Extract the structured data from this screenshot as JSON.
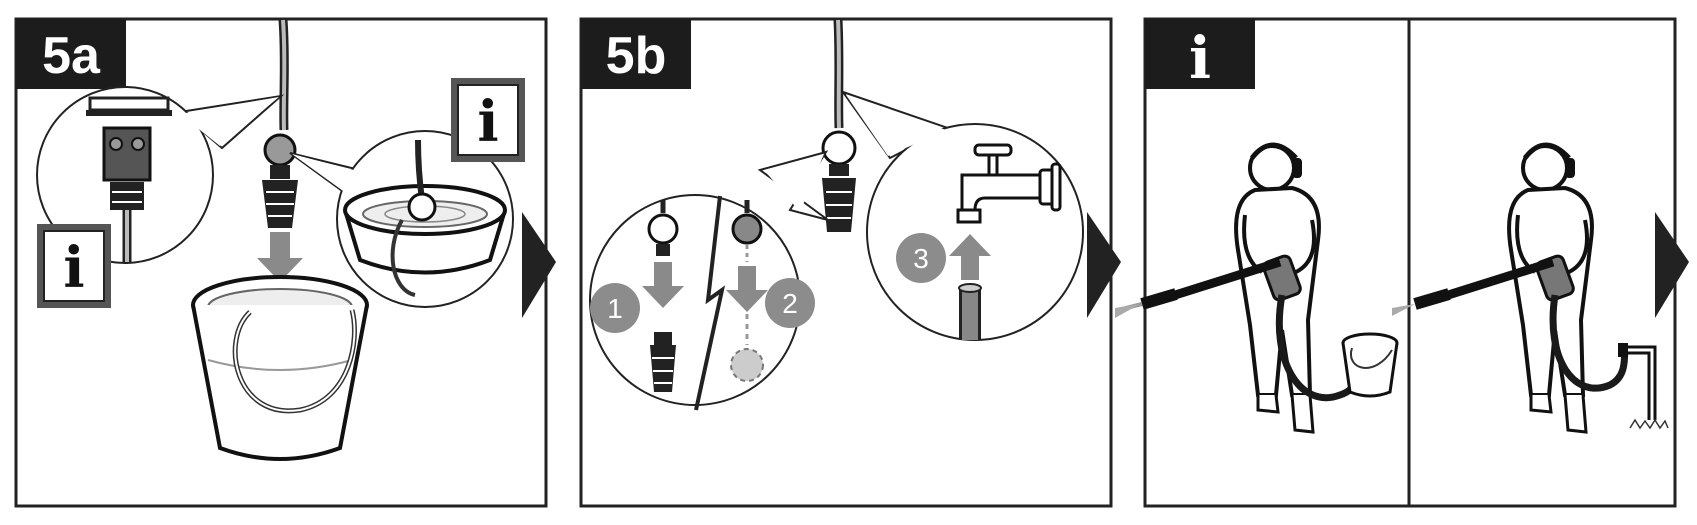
{
  "panels": [
    {
      "tag": "5a"
    },
    {
      "tag": "5b"
    },
    {
      "tag": "i"
    }
  ],
  "info_badges": {
    "glyph": "i"
  },
  "steps": [
    {
      "number": "1",
      "action": "detach-filter"
    },
    {
      "number": "2",
      "action": "remove-part"
    },
    {
      "number": "3",
      "action": "connect-tap"
    }
  ],
  "icons": [
    "hose-icon",
    "filter-nozzle-icon",
    "bucket-icon",
    "tap-icon",
    "operator-with-spray-gun-icon",
    "next-arrow-icon",
    "info-icon"
  ],
  "colors": {
    "frame": "#222222",
    "tag_bg": "#1c1c1c",
    "step_badge": "#8c8c8c",
    "arrow_fill": "#8a8a8a",
    "info_badge_border": "#555555",
    "hose": "#1a1a1a"
  }
}
